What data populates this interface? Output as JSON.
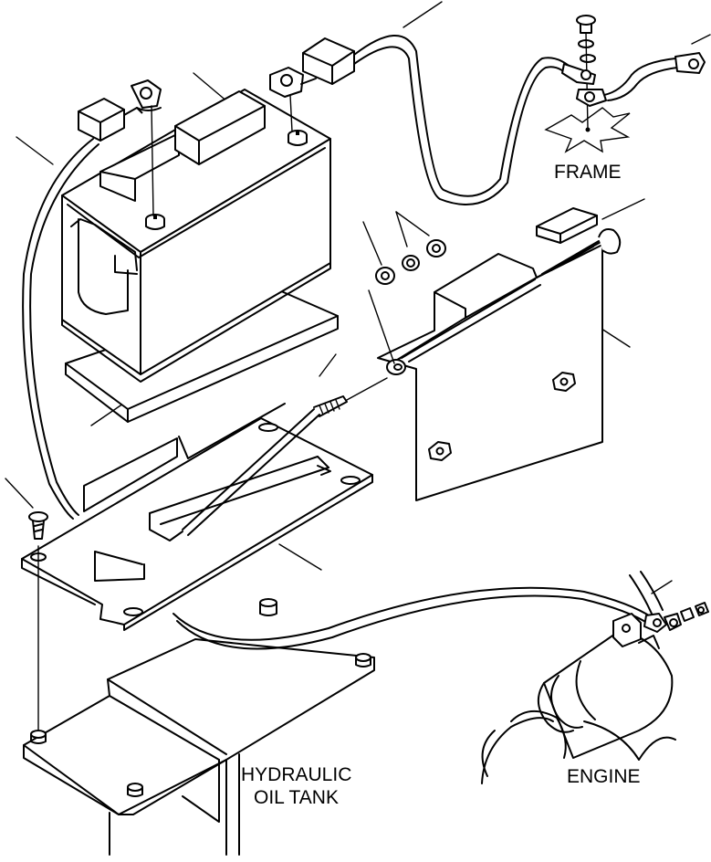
{
  "labels": {
    "frame": "FRAME",
    "hydraulic_oil_tank_line1": "HYDRAULIC",
    "hydraulic_oil_tank_line2": "OIL TANK",
    "engine": "ENGINE"
  },
  "colors": {
    "line": "#000000",
    "background": "#ffffff"
  }
}
